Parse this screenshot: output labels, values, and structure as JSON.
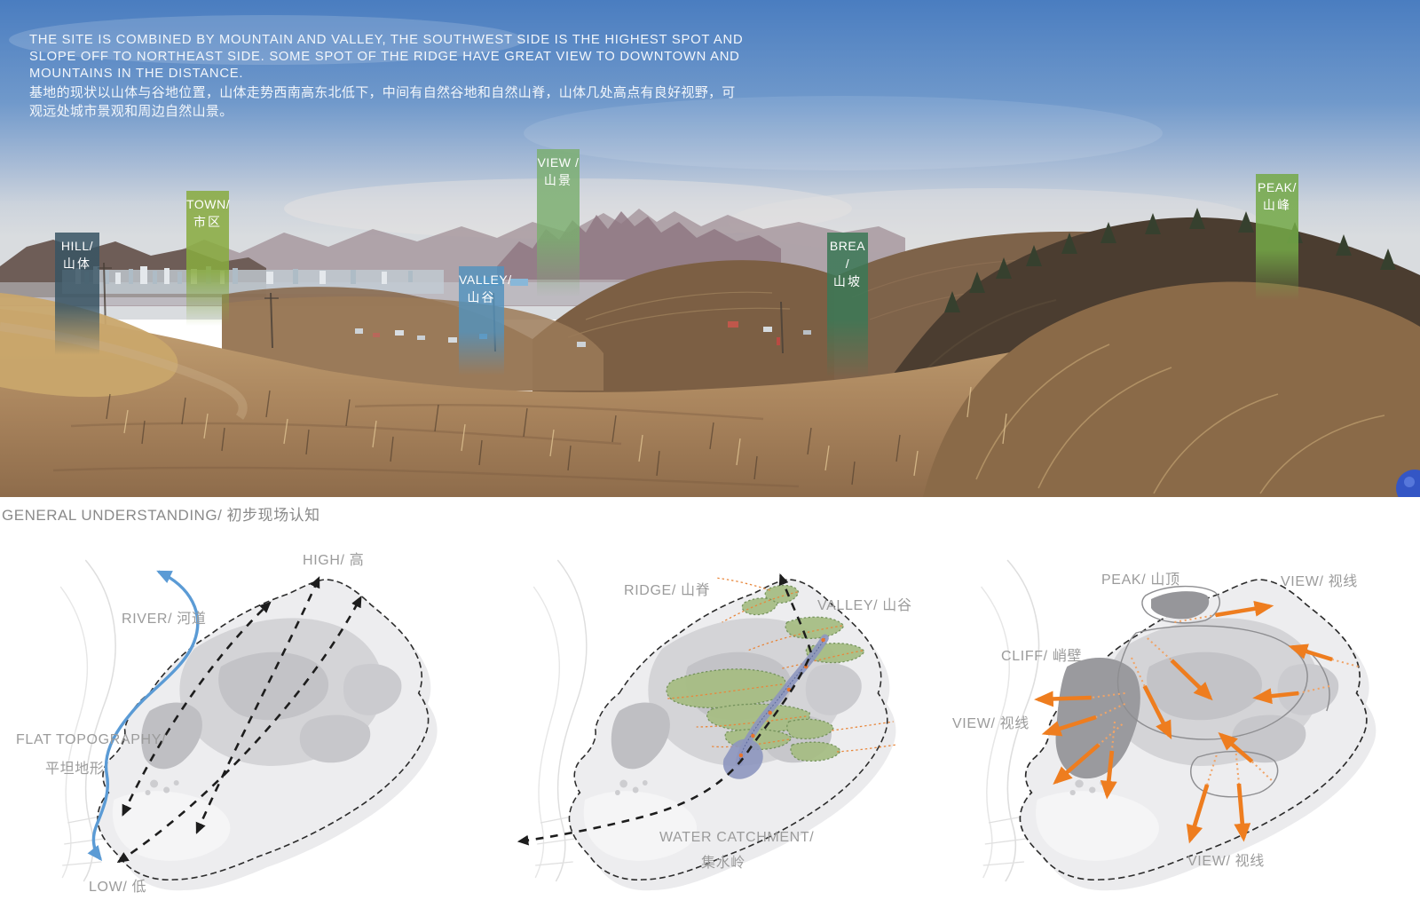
{
  "intro": {
    "en": "THE SITE IS COMBINED BY MOUNTAIN AND VALLEY, THE SOUTHWEST SIDE IS THE HIGHEST SPOT AND SLOPE OFF TO NORTHEAST SIDE. SOME SPOT OF THE RIDGE HAVE GREAT VIEW TO DOWNTOWN AND MOUNTAINS IN THE DISTANCE.",
    "zh": "基地的现状以山体与谷地位置，山体走势西南高东北低下，中间有自然谷地和自然山脊，山体几处高点有良好视野，可观远处城市景观和周边自然山景。"
  },
  "photo_labels": {
    "hill": {
      "en": "HILL/",
      "zh": "山体",
      "color": "#385463"
    },
    "town": {
      "en": "TOWN/",
      "zh": "市区",
      "color": "#88ab3e"
    },
    "valley": {
      "en": "VALLEY/",
      "zh": "山谷",
      "color": "#5292bd"
    },
    "view": {
      "en": "VIEW /",
      "zh": "山景",
      "color": "#7aae6e"
    },
    "brea": {
      "en": "BREA /",
      "zh": "山坡",
      "color": "#3a7856"
    },
    "peak": {
      "en": "PEAK/",
      "zh": "山峰",
      "color": "#74a947"
    }
  },
  "section_title": "GENERAL UNDERSTANDING/ 初步现场认知",
  "diagram_topography": {
    "high": "HIGH/ 高",
    "river": "RIVER/ 河道",
    "flat_line1": "FLAT TOPOGRAPHY/",
    "flat_line2": "平坦地形",
    "low": "LOW/ 低"
  },
  "diagram_catchment": {
    "ridge": "RIDGE/ 山脊",
    "valley": "VALLEY/ 山谷",
    "catchment_line1": "WATER CATCHMENT/",
    "catchment_line2": "集水岭"
  },
  "diagram_views": {
    "peak": "PEAK/ 山顶",
    "view_top_right": "VIEW/ 视线",
    "cliff": "CLIFF/ 峭壁",
    "view_left": "VIEW/ 视线",
    "view_bottom": "VIEW/ 视线"
  },
  "colors": {
    "river_blue": "#5b9bd5",
    "slope_arrow_black": "#1d1d1d",
    "view_arrow_orange": "#ee7d1f",
    "valley_green": "#a6bd83",
    "stream_purple": "#8d96bf",
    "diagram_label_gray": "#9b9b9b"
  }
}
